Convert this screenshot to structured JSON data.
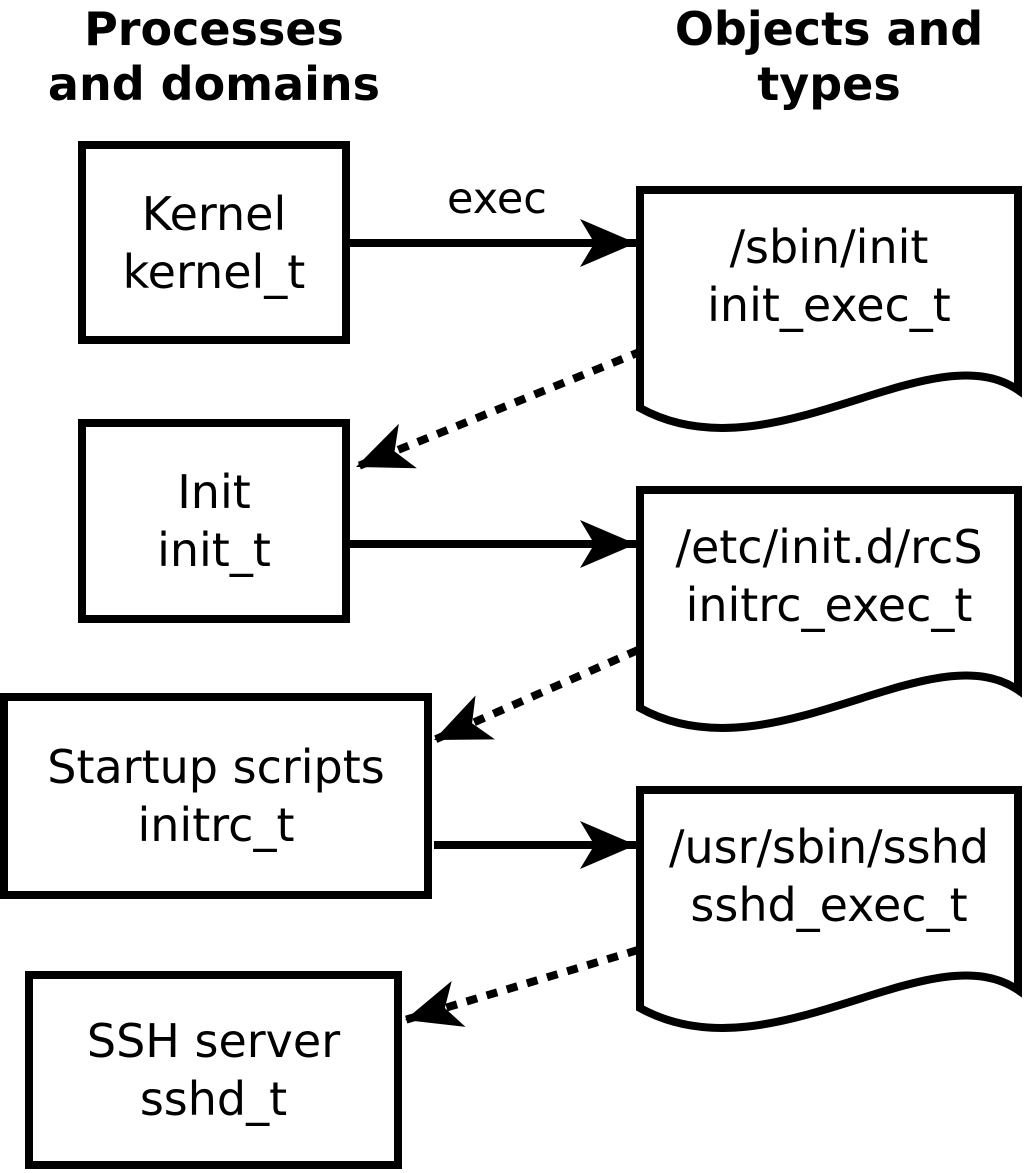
{
  "colors": {
    "ink": "#000000",
    "paper": "#ffffff"
  },
  "headers": {
    "left": {
      "line1": "Processes",
      "line2": "and domains"
    },
    "right": {
      "line1": "Objects and",
      "line2": "types"
    }
  },
  "arrow_labels": {
    "exec": "exec"
  },
  "processes": [
    {
      "name": "Kernel",
      "domain": "kernel_t"
    },
    {
      "name": "Init",
      "domain": "init_t"
    },
    {
      "name": "Startup scripts",
      "domain": "initrc_t"
    },
    {
      "name": "SSH server",
      "domain": "sshd_t"
    }
  ],
  "objects": [
    {
      "path": "/sbin/init",
      "type": "init_exec_t"
    },
    {
      "path": "/etc/init.d/rcS",
      "type": "initrc_exec_t"
    },
    {
      "path": "/usr/sbin/sshd",
      "type": "sshd_exec_t"
    }
  ]
}
